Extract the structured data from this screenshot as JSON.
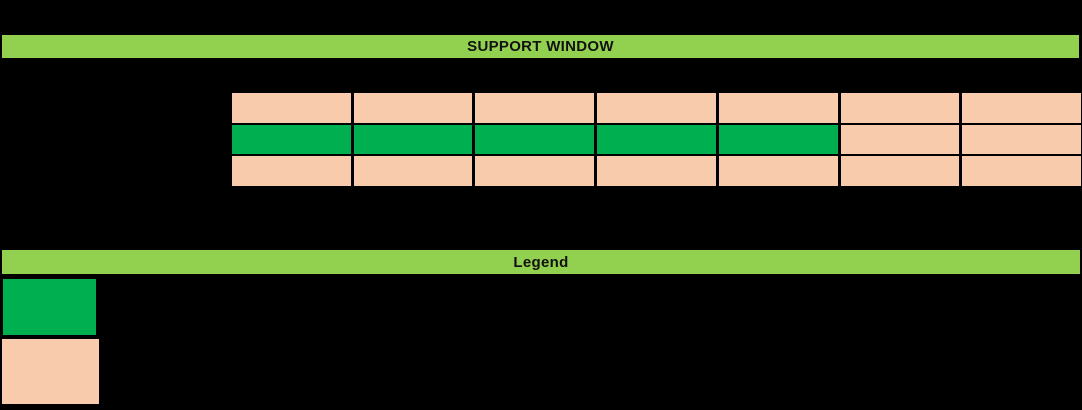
{
  "header": {
    "title": "SUPPORT WINDOW"
  },
  "legend": {
    "title": "Legend",
    "entries": [
      {
        "swatch": "green",
        "color": "#00b050"
      },
      {
        "swatch": "peach",
        "color": "#f8cbad"
      }
    ]
  },
  "colors": {
    "bar_green": "#92d050",
    "cell_green": "#00b050",
    "cell_peach": "#f8cbad",
    "background": "#000000",
    "text": "#111111"
  },
  "chart_data": {
    "type": "heatmap",
    "title": "SUPPORT WINDOW",
    "legend_title": "Legend",
    "rows": 3,
    "cols": 7,
    "cells": [
      [
        "peach",
        "peach",
        "peach",
        "peach",
        "peach",
        "peach",
        "peach"
      ],
      [
        "green",
        "green",
        "green",
        "green",
        "green",
        "peach",
        "peach"
      ],
      [
        "peach",
        "peach",
        "peach",
        "peach",
        "peach",
        "peach",
        "peach"
      ]
    ],
    "palette": {
      "green": "#00b050",
      "peach": "#f8cbad"
    },
    "legend_position": "bottom-left",
    "grid_line_color": "#000000"
  }
}
